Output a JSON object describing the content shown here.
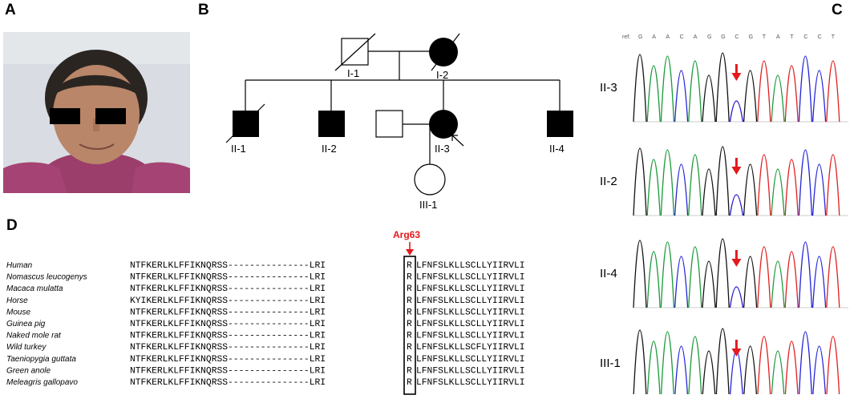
{
  "panels": {
    "a": "A",
    "b": "B",
    "c": "C",
    "d": "D"
  },
  "pedigree": {
    "individuals": [
      {
        "id": "I-1",
        "sex": "male",
        "affected": false,
        "deceased": true,
        "proband": false
      },
      {
        "id": "I-2",
        "sex": "female",
        "affected": true,
        "deceased": true,
        "proband": false
      },
      {
        "id": "II-1",
        "sex": "male",
        "affected": true,
        "deceased": true,
        "proband": false
      },
      {
        "id": "II-2",
        "sex": "male",
        "affected": true,
        "deceased": false,
        "proband": false
      },
      {
        "id": "II-3",
        "sex": "female",
        "affected": true,
        "deceased": false,
        "proband": true
      },
      {
        "id": "II-4",
        "sex": "male",
        "affected": true,
        "deceased": false,
        "proband": false
      },
      {
        "id": "III-1",
        "sex": "female",
        "affected": false,
        "deceased": false,
        "proband": false
      }
    ]
  },
  "chromatogram": {
    "ref_label": "ref:",
    "ref_sequence": [
      "G",
      "A",
      "A",
      "C",
      "A",
      "G",
      "G",
      "C",
      "G",
      "T",
      "A",
      "T",
      "C",
      "C",
      "T"
    ],
    "samples": [
      "II-3",
      "II-2",
      "II-4",
      "III-1"
    ],
    "colors": {
      "G": "#111111",
      "A": "#1a9a3a",
      "C": "#2323d8",
      "T": "#e02020"
    },
    "arrow_color": "#e3191c"
  },
  "alignment": {
    "highlight_label": "Arg63",
    "rows": [
      {
        "species": "Human",
        "left": "NTFKERLKLFFIKNQRSS---------------LRI",
        "res": "R",
        "right": "LFNFSLKLLSCLLYIIRVLI"
      },
      {
        "species": "Nomascus leucogenys",
        "left": "NTFKERLKLFFIKNQRSS---------------LRI",
        "res": "R",
        "right": "LFNFSLKLLSCLLYIIRVLI"
      },
      {
        "species": "Macaca mulatta",
        "left": "NTFKERLKLFFIKNQRSS---------------LRI",
        "res": "R",
        "right": "LFNFSLKLLSCLLYIIRVLI"
      },
      {
        "species": "Horse",
        "left": "KYIKERLKLFFIKNQRSS---------------LRI",
        "res": "R",
        "right": "LFNFSLKLLSCLLYIIRVLI"
      },
      {
        "species": "Mouse",
        "left": "NTFKERLKLFFIKNQRSS---------------LRI",
        "res": "R",
        "right": "LFNFSLKLLSCLLYIIRVLI"
      },
      {
        "species": "Guinea pig",
        "left": "NTFKERLKLFFIKNQRSS---------------LRI",
        "res": "R",
        "right": "LFNFSLKLLSCLLYIIRVLI"
      },
      {
        "species": "Naked mole rat",
        "left": "NTFKERLKLFFIKNQRSS---------------LRI",
        "res": "R",
        "right": "LFNFSLKLLSCLLYIIRVLI"
      },
      {
        "species": "Wild turkey",
        "left": "NTFKERLKLFFIKNQRSS---------------LRI",
        "res": "R",
        "right": "LFNFSLKLLSCFLYIIRVLI"
      },
      {
        "species": "Taeniopygia guttata",
        "left": "NTFKERLKLFFIKNQRSS---------------LRI",
        "res": "R",
        "right": "LFNFSLKLLSCLLYIIRVLI"
      },
      {
        "species": "Green anole",
        "left": "NTFKERLKLFFIKNQRSS---------------LRI",
        "res": "R",
        "right": "LFNFSLKLLSCLLYIIRVLI"
      },
      {
        "species": "Meleagris gallopavo",
        "left": "NTFKERLKLFFIKNQRSS---------------LRI",
        "res": "R",
        "right": "LFNFSLKLLSCLLYIIRVLI"
      }
    ]
  }
}
